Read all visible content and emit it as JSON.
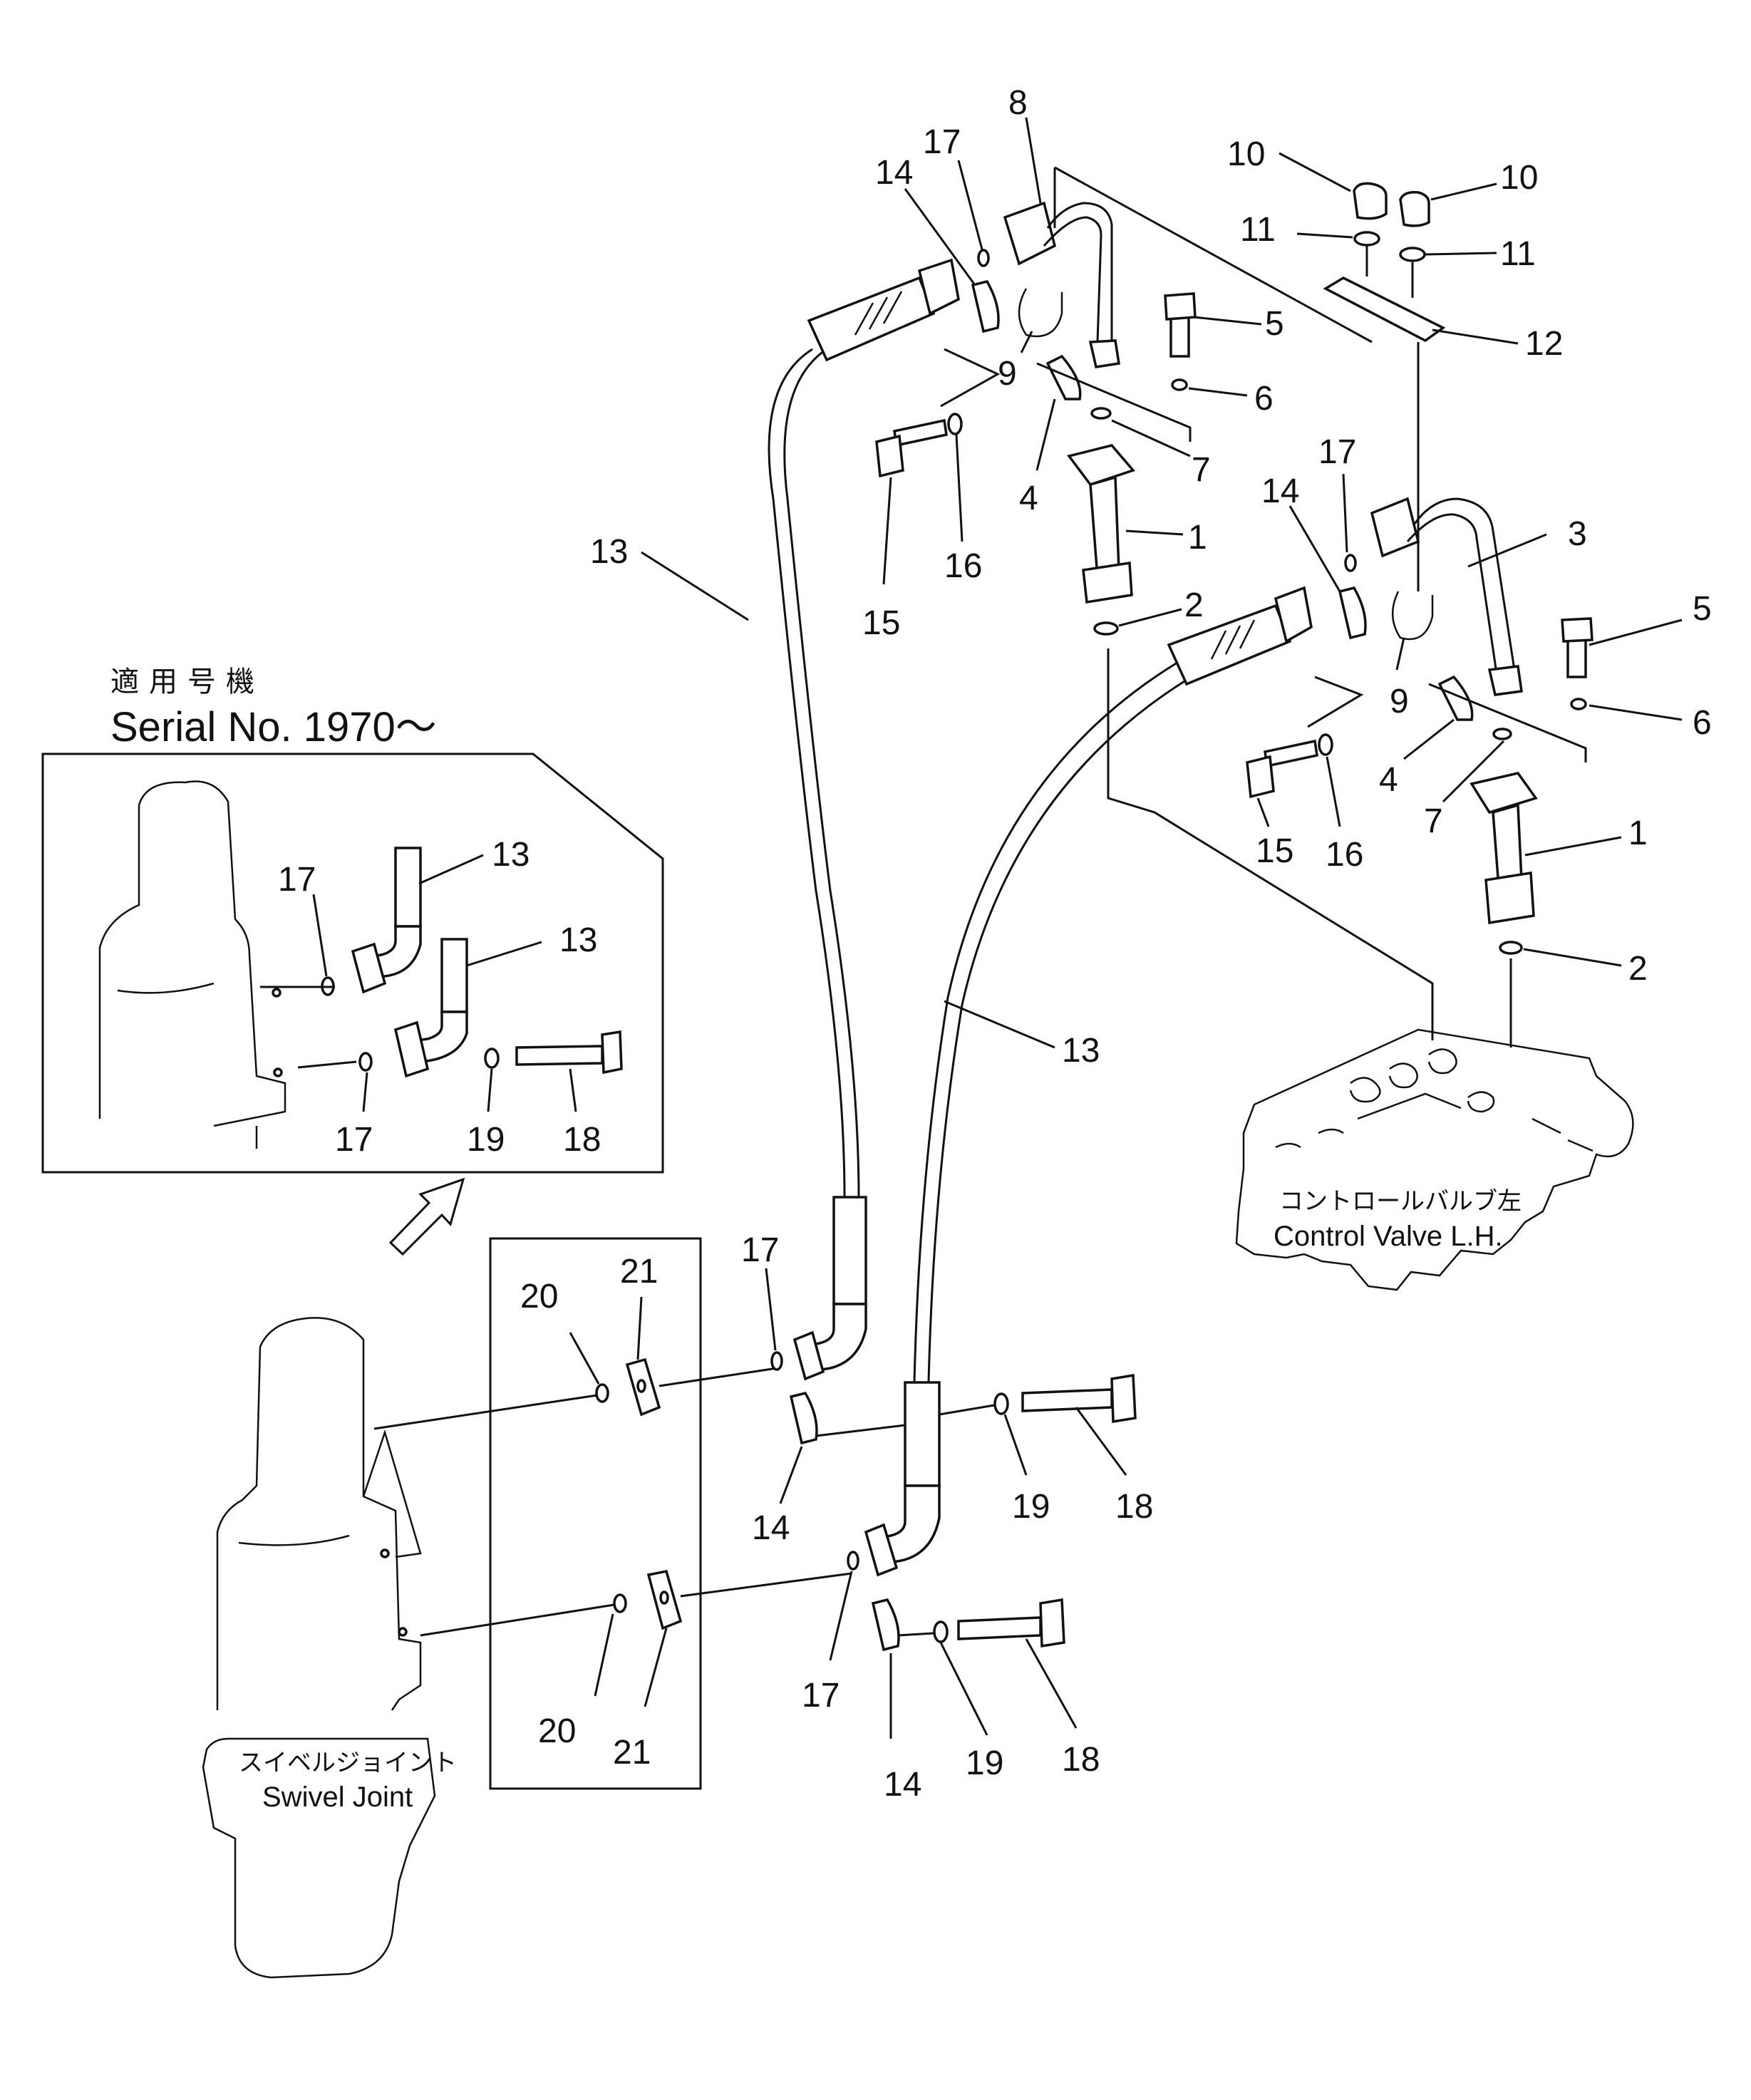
{
  "inset": {
    "heading_jp": "適用号機",
    "heading_en": "Serial No. 1970～"
  },
  "assemblies": {
    "swivel_joint_jp": "スイベルジョイント",
    "swivel_joint_en": "Swivel Joint",
    "control_valve_jp": "コントロールバルブ左",
    "control_valve_en": "Control Valve L.H."
  },
  "callouts": {
    "c1a": "1",
    "c1b": "1",
    "c2a": "2",
    "c2b": "2",
    "c3": "3",
    "c4a": "4",
    "c4b": "4",
    "c5a": "5",
    "c5b": "5",
    "c6a": "6",
    "c6b": "6",
    "c7a": "7",
    "c7b": "7",
    "c8": "8",
    "c9a": "9",
    "c9b": "9",
    "c10a": "10",
    "c10b": "10",
    "c11a": "11",
    "c11b": "11",
    "c12": "12",
    "c13a": "13",
    "c13b": "13",
    "c13c": "13",
    "c13d": "13",
    "c14a": "14",
    "c14b": "14",
    "c14c": "14",
    "c14d": "14",
    "c15a": "15",
    "c15b": "15",
    "c16a": "16",
    "c16b": "16",
    "c17a": "17",
    "c17b": "17",
    "c17c": "17",
    "c17d": "17",
    "c17e": "17",
    "c17f": "17",
    "c18a": "18",
    "c18b": "18",
    "c18c": "18",
    "c19a": "19",
    "c19b": "19",
    "c19c": "19",
    "c20a": "20",
    "c20b": "20",
    "c21a": "21",
    "c21b": "21"
  }
}
